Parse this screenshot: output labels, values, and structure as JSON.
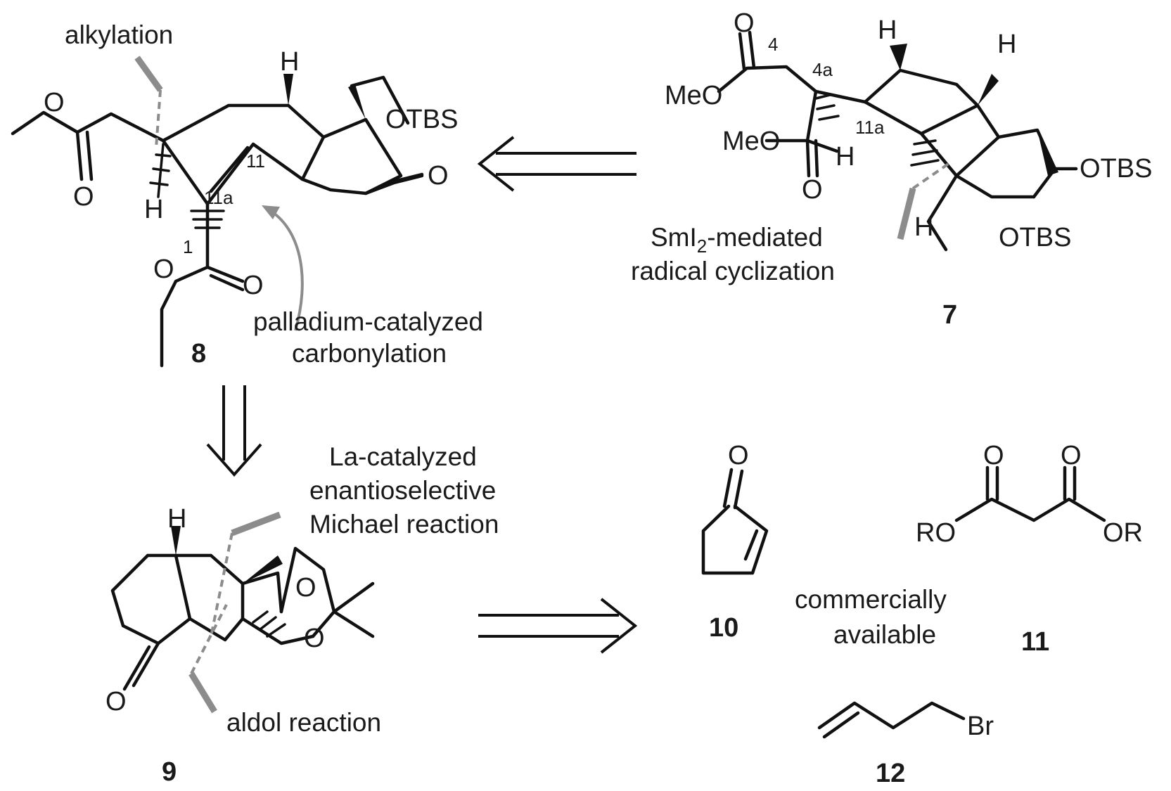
{
  "compounds": {
    "c7": {
      "number": "7"
    },
    "c8": {
      "number": "8"
    },
    "c9": {
      "number": "9"
    },
    "c10": {
      "number": "10"
    },
    "c11": {
      "number": "11"
    },
    "c12": {
      "number": "12"
    }
  },
  "atoms": {
    "c8": {
      "h_top": "H",
      "otbs": "OTBS",
      "o_ald": "O",
      "o_ester_top": "O",
      "o_ester_dbl": "O",
      "h_bottom": "H",
      "o_bot1": "O",
      "o_bot2": "O",
      "label_11": "11",
      "label_11a": "11a",
      "label_1": "1"
    },
    "c7": {
      "o_top": "O",
      "meo1": "MeO",
      "label_4": "4",
      "label_4a": "4a",
      "h_left": "H",
      "h_right": "H",
      "meo2": "MeO",
      "label_11a": "11a",
      "h_mid": "H",
      "o_ester": "O",
      "otbs1": "OTBS",
      "h_low": "H",
      "otbs2": "OTBS"
    },
    "c9": {
      "h": "H",
      "o1": "O",
      "o2": "O",
      "o_ketone": "O"
    },
    "c10": {
      "o": "O"
    },
    "c11": {
      "o1": "O",
      "o2": "O",
      "ro": "RO",
      "or": "OR"
    },
    "c12": {
      "br": "Br"
    }
  },
  "annotations": {
    "alkylation": "alkylation",
    "pd_line1": "palladium-catalyzed",
    "pd_line2": "carbonylation",
    "sm_prefix": "SmI",
    "sm_sub": "2",
    "sm_suffix": "-mediated",
    "sm_line2": "radical cyclization",
    "la_line1": "La-catalyzed",
    "la_line2": "enantioselective",
    "la_line3": "Michael reaction",
    "aldol": "aldol reaction",
    "comm_line1": "commercially",
    "comm_line2": "available"
  }
}
